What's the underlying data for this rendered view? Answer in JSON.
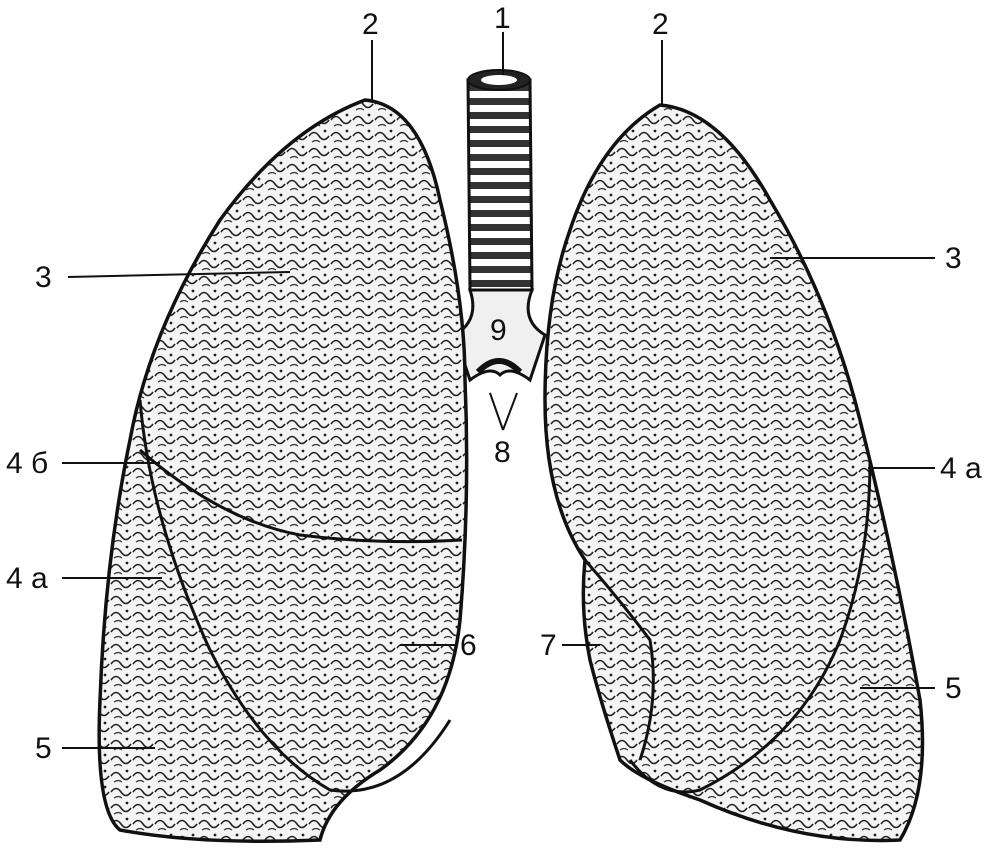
{
  "labels": {
    "trachea": "1",
    "apex_right": "2",
    "apex_left": "2",
    "upper_lobe_right": "3",
    "upper_lobe_left": "3",
    "horizontal_fissure": "4 б",
    "oblique_fissure_right": "4 а",
    "oblique_fissure_left": "4 а",
    "lower_lobe_right": "5",
    "lower_lobe_left": "5",
    "middle_lobe": "6",
    "lingula": "7",
    "bifurcation": "8",
    "main_bronchi": "9"
  },
  "colors": {
    "ink": "#111111",
    "paper": "#ffffff"
  }
}
